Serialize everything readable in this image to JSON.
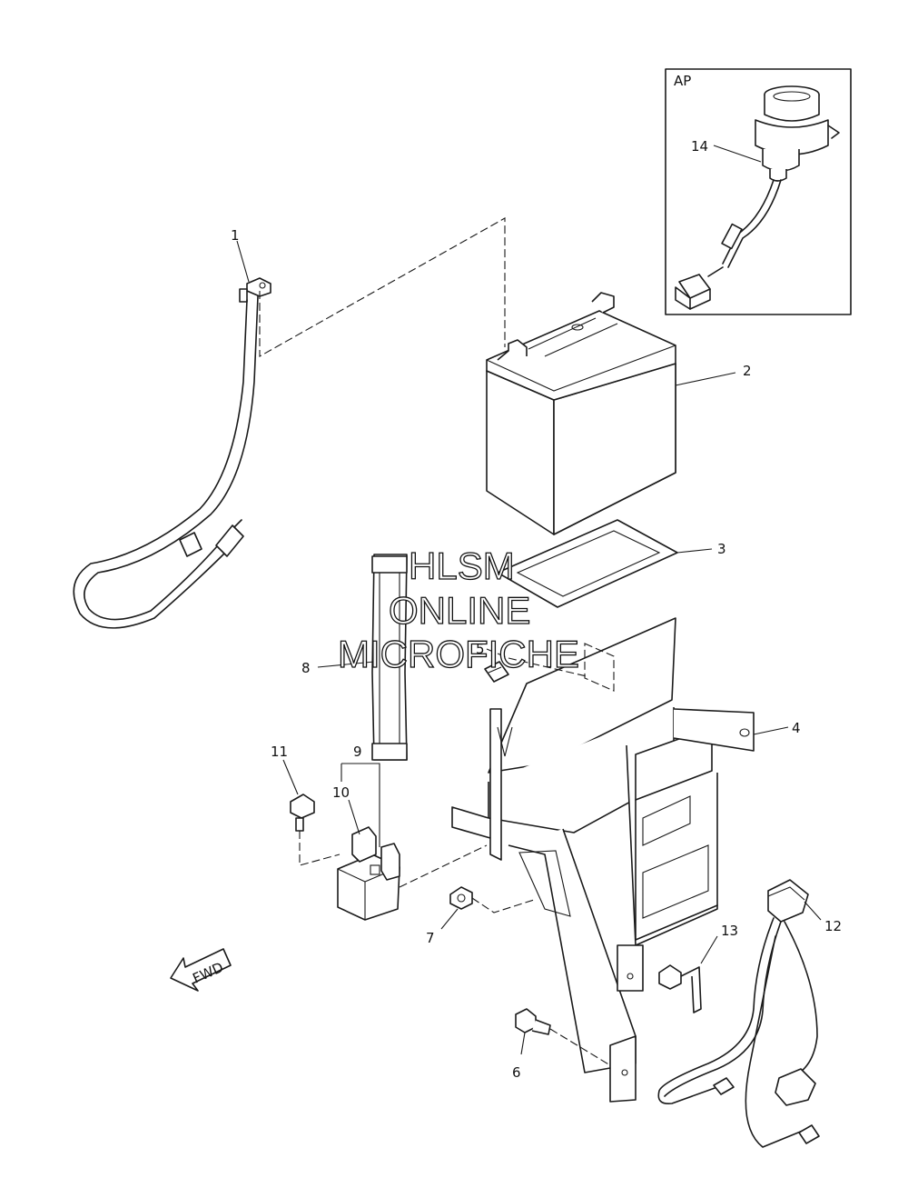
{
  "inset": {
    "label": "AP"
  },
  "callouts": {
    "c1": "1",
    "c2": "2",
    "c3": "3",
    "c4": "4",
    "c5": "5",
    "c6": "6",
    "c7": "7",
    "c8": "8",
    "c9": "9",
    "c10": "10",
    "c11": "11",
    "c12": "12",
    "c13": "13",
    "c14": "14"
  },
  "direction_marker": "FWD",
  "watermark": {
    "line1": "HLSM",
    "line2": "ONLINE",
    "line3": "MICROFICHE"
  }
}
